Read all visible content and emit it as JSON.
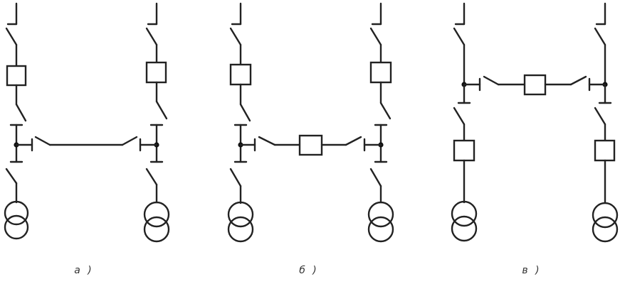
{
  "labels": {
    "a": "а )",
    "b": "б )",
    "c": "в )"
  },
  "colors": {
    "line": "#222222",
    "background": "#ffffff"
  }
}
